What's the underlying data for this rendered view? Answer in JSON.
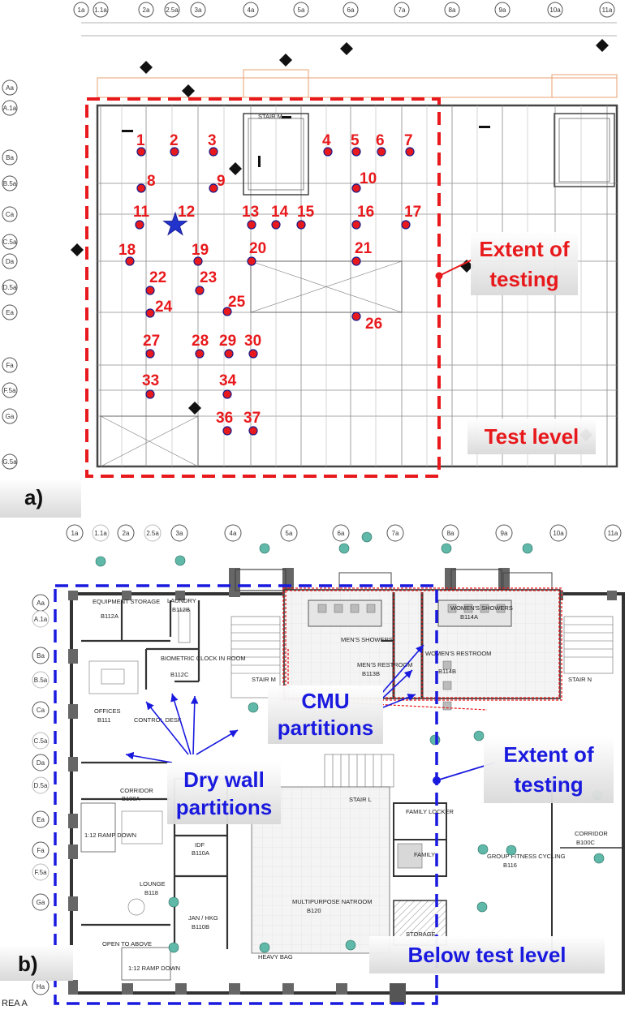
{
  "panel_a": {
    "label": "a)",
    "extent_label_line1": "Extent of",
    "extent_label_line2": "testing",
    "level_label": "Test level",
    "grid_columns_top": [
      "1a",
      "1.1a",
      "2a",
      "2.5a",
      "3a",
      "4a",
      "5a",
      "6a",
      "7a",
      "8a",
      "9a",
      "10a",
      "11a"
    ],
    "grid_rows": [
      "Aa",
      "A.1a",
      "Ba",
      "B.5a",
      "Ca",
      "C.5a",
      "Da",
      "D.5a",
      "Ea",
      "Fa",
      "F.5a",
      "Ga",
      "G.5a"
    ],
    "stair_text": "STAIR M",
    "points": [
      "1",
      "2",
      "3",
      "4",
      "5",
      "6",
      "7",
      "8",
      "9",
      "10",
      "11",
      "12",
      "13",
      "14",
      "15",
      "16",
      "17",
      "18",
      "19",
      "20",
      "21",
      "22",
      "23",
      "24",
      "25",
      "26",
      "27",
      "28",
      "29",
      "30",
      "33",
      "34",
      "36",
      "37"
    ],
    "colors": {
      "extent": "#e8191c",
      "point_fill": "#e8191c",
      "point_stroke": "#1a1a8a",
      "star": "#2233cc"
    }
  },
  "panel_b": {
    "label": "b)",
    "extent_label_line1": "Extent of",
    "extent_label_line2": "testing",
    "level_label": "Below test level",
    "cmu_line1": "CMU",
    "cmu_line2": "partitions",
    "dry_line1": "Dry wall",
    "dry_line2": "partitions",
    "grid_columns_top": [
      "1a",
      "1.1a",
      "2a",
      "2.5a",
      "3a",
      "4a",
      "5a",
      "6a",
      "7a",
      "8a",
      "9a",
      "10a",
      "11a"
    ],
    "grid_rows": [
      "Aa",
      "A.1a",
      "Ba",
      "B.5a",
      "Ca",
      "C.5a",
      "Da",
      "D.5a",
      "Ea",
      "Fa",
      "F.5a",
      "Ga",
      "Ha"
    ],
    "rooms": {
      "equipment": "EQUIPMENT STORAGE",
      "equipment_no": "B112A",
      "laundry": "LAUNDRY",
      "laundry_no": "B112B",
      "biometric": "BIOMETRIC CLOCK IN ROOM",
      "biometric_no": "B112C",
      "offices": "OFFICES",
      "offices_no": "B111",
      "control": "CONTROL DESK",
      "corridor": "CORRIDOR",
      "corridor_no": "B100A",
      "lounge": "LOUNGE",
      "lounge_no": "B118",
      "idf": "IDF",
      "idf_no": "B110A",
      "janhkg": "JAN / HKG",
      "janhkg_no": "B110B",
      "mens_showers": "MEN'S SHOWERS",
      "mens_restroom": "MEN'S RESTROOM",
      "mens_restroom_no": "B113B",
      "womens_showers": "WOMEN'S SHOWERS",
      "womens_showers_no": "B114A",
      "womens_restroom": "WOMEN'S RESTROOM",
      "womens_restroom_no": "B114B",
      "stair_n": "STAIR N",
      "stair_m": "STAIR M",
      "stair_l": "STAIR L",
      "multipurpose": "MULTIPURPOSE NATROOM",
      "multipurpose_no": "B120",
      "group_fitness": "GROUP FITNESS CYCLING",
      "group_fitness_no": "B116",
      "corridor_right": "CORRIDOR",
      "corridor_right_no": "B100C",
      "storage": "STORAGE",
      "family_locker": "FAMILY LOCKER",
      "family": "FAMILY",
      "ramp_down_1": "1:12 RAMP DOWN",
      "ramp_down_2": "1:12 RAMP DOWN",
      "open_to_above": "OPEN TO ABOVE",
      "heavy_bag": "HEAVY BAG",
      "area_a": "REA A"
    },
    "colors": {
      "extent": "#1a1adf",
      "cmu": "#e8191c"
    }
  }
}
